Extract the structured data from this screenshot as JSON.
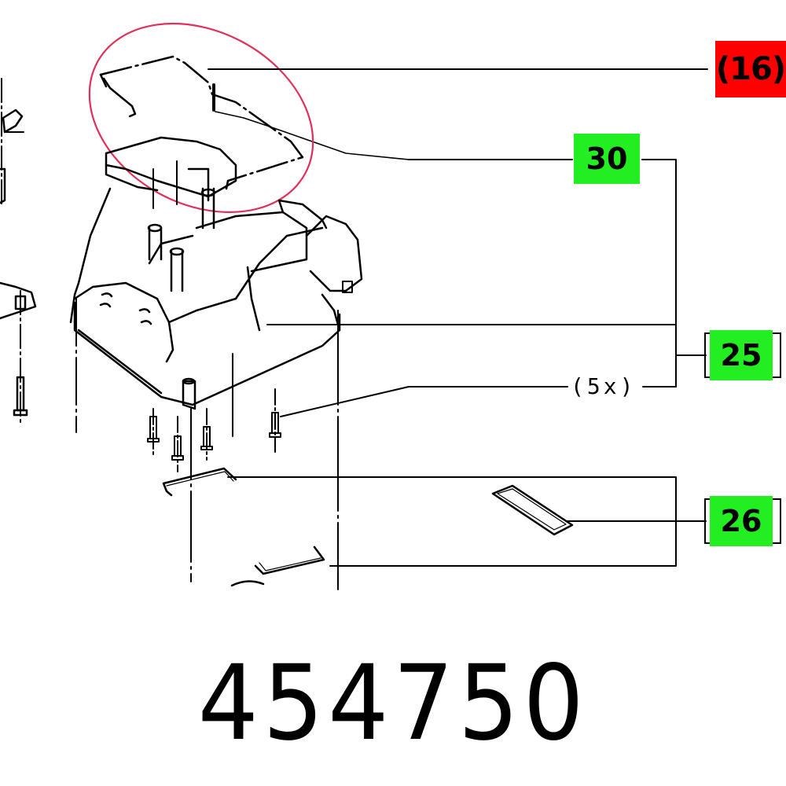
{
  "diagram": {
    "type": "exploded-parts-drawing",
    "part_number": "454750",
    "highlight": {
      "shape": "ellipse",
      "color": "#e0305a",
      "target_label": "(16)"
    },
    "callouts": [
      {
        "id": "16",
        "text": "(16)",
        "style": "red",
        "color": "#ff0000",
        "note": "highlighted handle/bracket"
      },
      {
        "id": "30",
        "text": "30",
        "style": "green",
        "color": "#22ee22"
      },
      {
        "id": "25",
        "text": "25",
        "style": "green",
        "color": "#22ee22"
      },
      {
        "id": "26",
        "text": "26",
        "style": "green",
        "color": "#22ee22"
      }
    ],
    "quantity_note": "(5x)"
  }
}
